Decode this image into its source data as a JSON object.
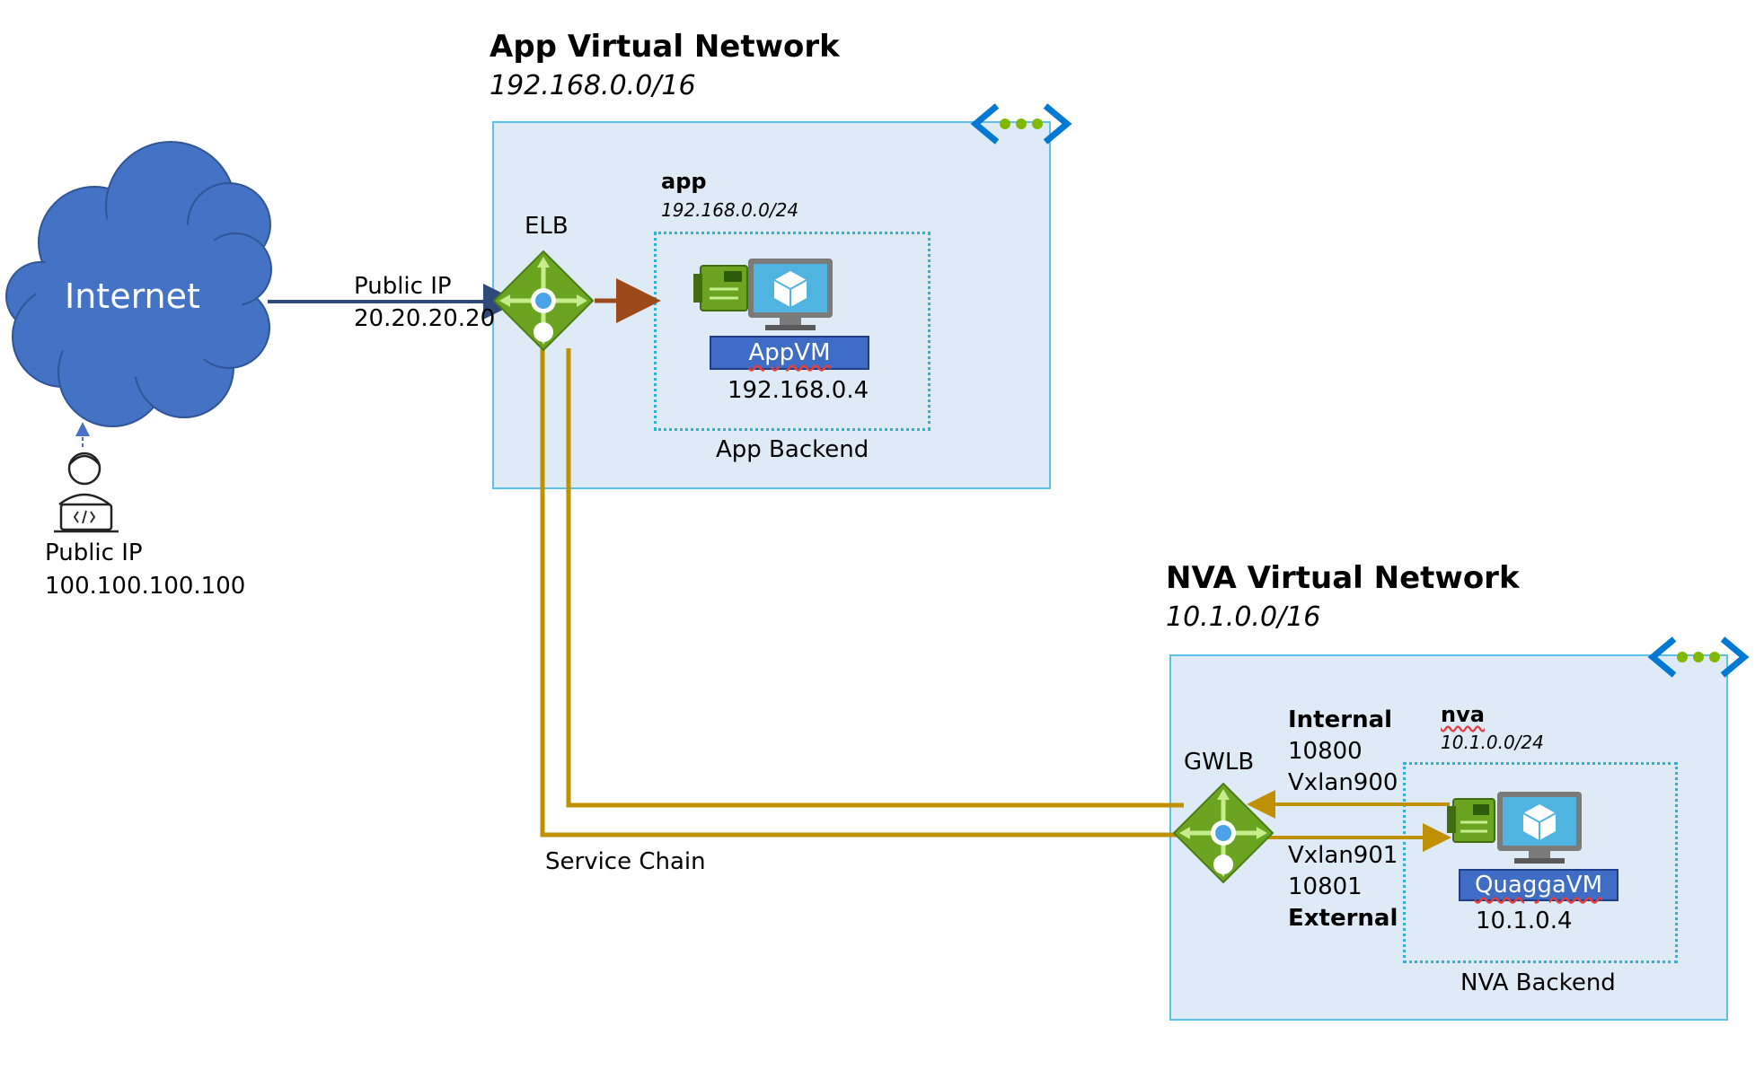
{
  "app_vnet": {
    "title": "App Virtual Network",
    "cidr": "192.168.0.0/16",
    "subnet_name": "app",
    "subnet_cidr": "192.168.0.0/24",
    "backend_label": "App Backend",
    "lb_label": "ELB",
    "vm_name": "AppVM",
    "vm_ip": "192.168.0.4"
  },
  "nva_vnet": {
    "title": "NVA Virtual Network",
    "cidr": "10.1.0.0/16",
    "subnet_name": "nva",
    "subnet_cidr": "10.1.0.0/24",
    "backend_label": "NVA Backend",
    "lb_label": "GWLB",
    "vm_name": "QuaggaVM",
    "vm_ip": "10.1.0.4",
    "internal_title": "Internal",
    "internal_port": "10800",
    "internal_vxlan": "Vxlan900",
    "external_vxlan": "Vxlan901",
    "external_port": "10801",
    "external_title": "External"
  },
  "internet": {
    "label": "Internet",
    "public_ip_title": "Public IP",
    "public_ip": "20.20.20.20"
  },
  "user": {
    "public_ip_title": "Public IP",
    "public_ip": "100.100.100.100"
  },
  "service_chain_label": "Service Chain",
  "colors": {
    "cloud": "#4472c4",
    "vnet_fill": "#deebf7",
    "vnet_border": "#5bc0eb",
    "subnet_border": "#2bb3d6",
    "chain": "#bf9000",
    "internet_link": "#2f4a7a",
    "elb_to_vm": "#9c4a1a",
    "lb_green": "#6aa421",
    "vm_label_fill": "#3f6cc4"
  }
}
